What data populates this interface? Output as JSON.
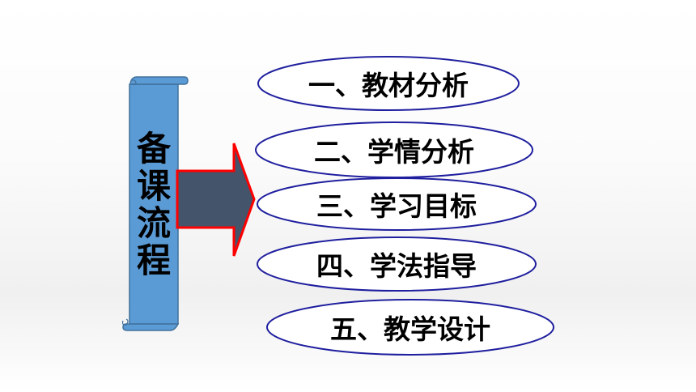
{
  "scroll": {
    "title": [
      "备",
      "课",
      "流",
      "程"
    ]
  },
  "items": [
    {
      "label": "一、教材分析"
    },
    {
      "label": "二、学情分析"
    },
    {
      "label": "三、学习目标"
    },
    {
      "label": "四、学法指导"
    },
    {
      "label": "五、教学设计"
    }
  ],
  "colors": {
    "scroll_fill": "#5b9bd5",
    "scroll_stroke": "#41719c",
    "arrow_fill": "#44546a",
    "arrow_stroke": "#ff0000",
    "oval_stroke": "#1f1f9f",
    "oval_fill": "#ffffff"
  }
}
